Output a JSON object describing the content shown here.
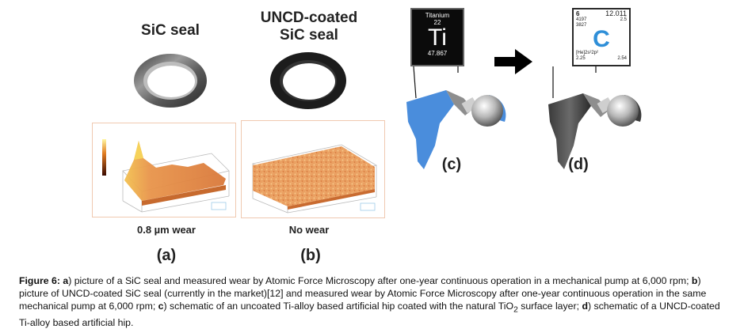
{
  "panels": {
    "a": {
      "seal_title": "SiC seal",
      "afm_label": "0.8 µm wear",
      "panel_label": "(a)",
      "colors": {
        "seal": "#6e6e6e",
        "afm_surface": "#e8944a",
        "afm_peak": "#f6d25a"
      }
    },
    "b": {
      "seal_title_line1": "UNCD-coated",
      "seal_title_line2": "SiC seal",
      "afm_label": "No wear",
      "panel_label": "(b)",
      "colors": {
        "seal": "#1c1c1c",
        "afm_surface": "#e9a060"
      }
    },
    "c": {
      "element": {
        "name": "Titanium",
        "number": "22",
        "symbol": "Ti",
        "mass": "47.867"
      },
      "panel_label": "(c)",
      "colors": {
        "coating": "#4a8ddc",
        "tile_bg": "#0b0b0b"
      }
    },
    "d": {
      "element": {
        "number": "6",
        "mass": "12.011",
        "line1": "4197",
        "line2": "3827",
        "right_value": "2.5",
        "symbol": "C",
        "config": "[He]2s²2p²",
        "bottom_left": "2.25",
        "bottom_right": "2.54"
      },
      "panel_label": "(d)",
      "colors": {
        "symbol": "#2f8fd8",
        "coating": "#3a3a3a"
      }
    },
    "arrow": {
      "direction": "right",
      "color": "#000000"
    }
  },
  "caption": {
    "figure_label": "Figure 6:",
    "a_key": "a",
    "a_text": ") picture of a SiC seal and measured wear by Atomic Force Microscopy after one-year continuous operation in a mechanical pump at 6,000 rpm; ",
    "b_key": "b",
    "b_text": ") picture of UNCD-coated SiC seal (currently in the market)[12] and measured wear by Atomic Force Microscopy after one-year continuous operation in the same mechanical pump at 6,000 rpm; ",
    "c_key": "c",
    "c_text_1": ") schematic of an uncoated Ti-alloy based artificial hip coated with the natural TiO",
    "c_sub": "2",
    "c_text_2": " surface layer; ",
    "d_key": "d",
    "d_text": ") schematic of a UNCD-coated Ti-alloy based artificial hip."
  }
}
